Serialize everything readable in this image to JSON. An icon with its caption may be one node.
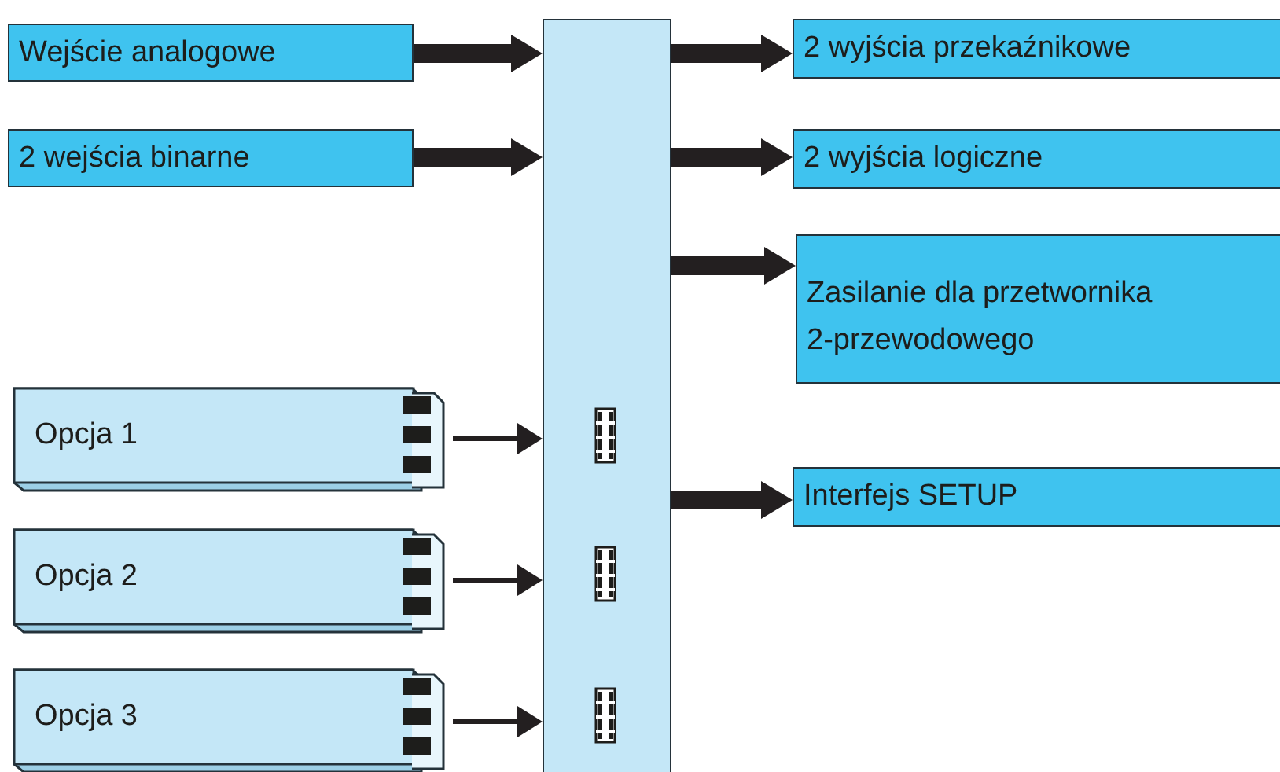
{
  "diagram": {
    "nodes": [
      {
        "text": [
          "Wejście analogowe"
        ]
      },
      {
        "text": [
          "2 wejścia binarne"
        ]
      },
      {
        "text": [
          "Opcja 1"
        ]
      },
      {
        "text": [
          "Opcja 2"
        ]
      },
      {
        "text": [
          "Opcja 3"
        ]
      },
      {
        "text": [],
        "shape": "box"
      },
      {
        "text": [
          "2 wyjścia przekaźnikowe"
        ]
      },
      {
        "text": [
          "2 wyjścia logiczne"
        ]
      },
      {
        "text": [
          "Zasilanie dla przetwornika 2-przewodowego"
        ]
      },
      {
        "text": [
          "Interfejs SETUP"
        ]
      }
    ],
    "edges": [
      {
        "from": 0,
        "to": 5,
        "arrow": "to"
      },
      {
        "from": 1,
        "to": 5,
        "arrow": "to"
      },
      {
        "from": 2,
        "to": 5,
        "arrow": "to"
      },
      {
        "from": 3,
        "to": 5,
        "arrow": "to"
      },
      {
        "from": 4,
        "to": 5,
        "arrow": "to"
      },
      {
        "from": 5,
        "to": 6,
        "arrow": "to"
      },
      {
        "from": 5,
        "to": 7,
        "arrow": "to"
      },
      {
        "from": 5,
        "to": 8,
        "arrow": "to"
      },
      {
        "from": 5,
        "to": 9,
        "arrow": "to"
      }
    ]
  }
}
